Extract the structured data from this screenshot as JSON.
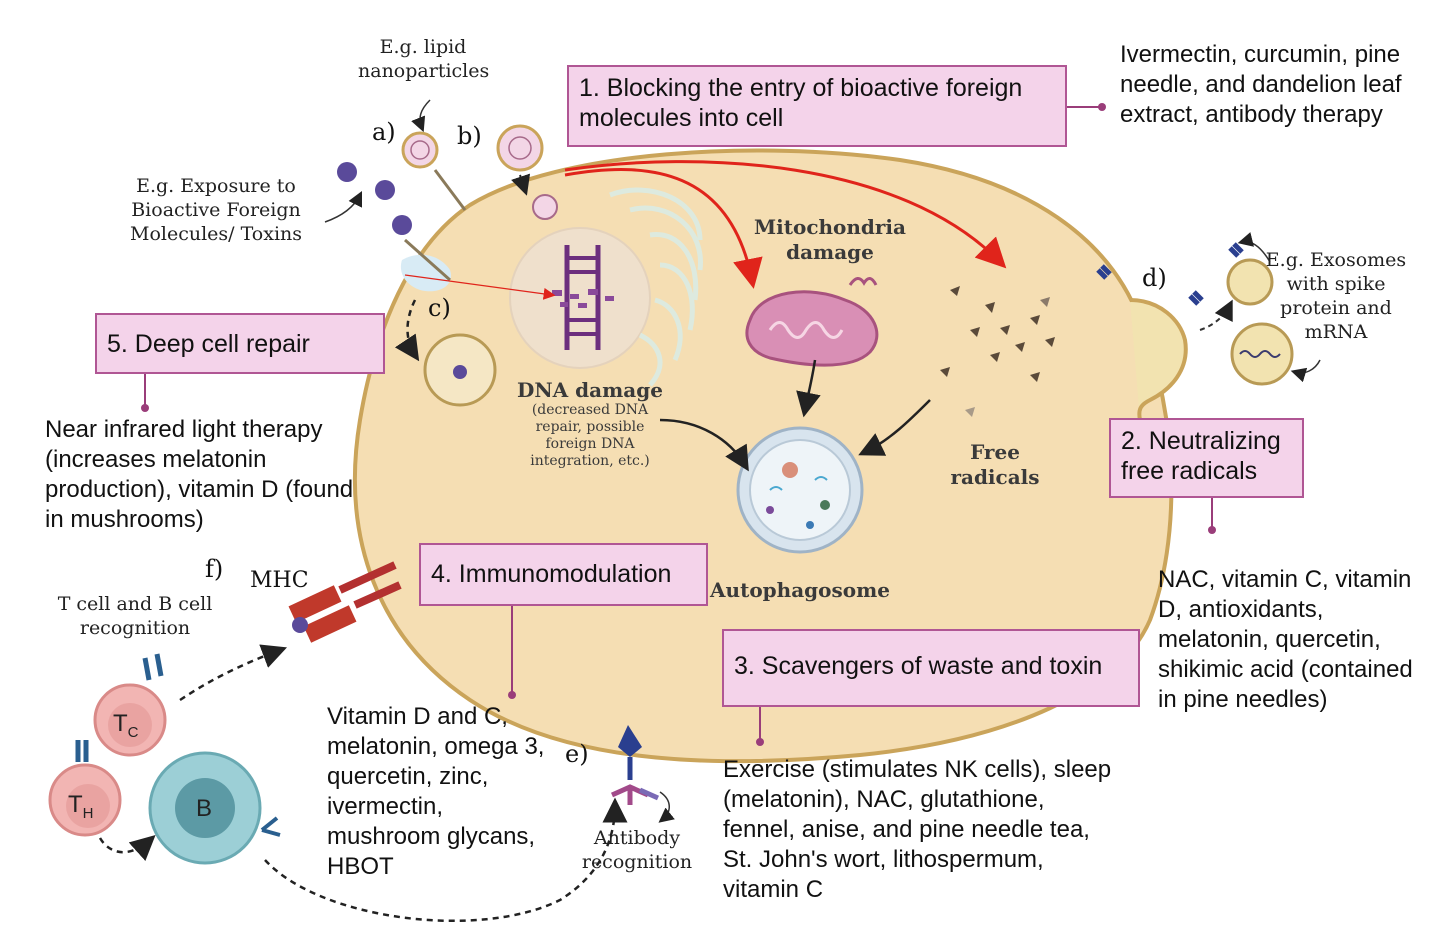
{
  "colors": {
    "cell_fill": "#f5deb3",
    "cell_stroke": "#caa45a",
    "box_fill": "#f4d3ea",
    "box_stroke": "#b05694",
    "arrow_red": "#e0241b",
    "mitochondria": "#d98fb5",
    "dna": "#6c2f7e",
    "radicals": "#5a4a3a",
    "t_cell": "#f2b5b3",
    "b_cell": "#9ccfd6"
  },
  "boxes": {
    "b1": "1. Blocking the entry of bioactive foreign molecules into cell",
    "b2": "2. Neutralizing free radicals",
    "b3": "3. Scavengers of waste and toxin",
    "b4": "4. Immunomodulation",
    "b5": "5. Deep cell repair"
  },
  "remedies": {
    "r1": "Ivermectin, curcumin, pine needle, and dandelion leaf extract, antibody therapy",
    "r2": "NAC, vitamin C, vitamin D, antioxidants, melatonin, quercetin, shikimic acid (contained in pine needles)",
    "r3": "Exercise (stimulates NK cells), sleep (melatonin), NAC, glutathione, fennel, anise, and pine needle tea, St. John's wort, lithospermum, vitamin C",
    "r4": "Vitamin D and C, melatonin, omega 3, quercetin, zinc, ivermectin, mushroom glycans, HBOT",
    "r5": "Near infrared light therapy (increases melatonin production), vitamin D (found in mushrooms)"
  },
  "labels": {
    "lipid": "E.g. lipid nanoparticles",
    "exposure": "E.g. Exposure to Bioactive Foreign Molecules/ Toxins",
    "exosomes": "E.g. Exosomes with spike protein and mRNA",
    "mito": "Mitochondria damage",
    "dna_title": "DNA damage",
    "dna_sub": "(decreased DNA repair, possible foreign DNA integration, etc.)",
    "free_radicals": "Free radicals",
    "autophagosome": "Autophagosome",
    "mhc": "MHC",
    "tb_recognition": "T cell and B cell recognition",
    "antibody_recognition": "Antibody recognition",
    "tc": "T",
    "tc_sub": "C",
    "th": "T",
    "th_sub": "H",
    "b": "B"
  },
  "tags": {
    "a": "a)",
    "b": "b)",
    "c": "c)",
    "d": "d)",
    "e": "e)",
    "f": "f)"
  }
}
